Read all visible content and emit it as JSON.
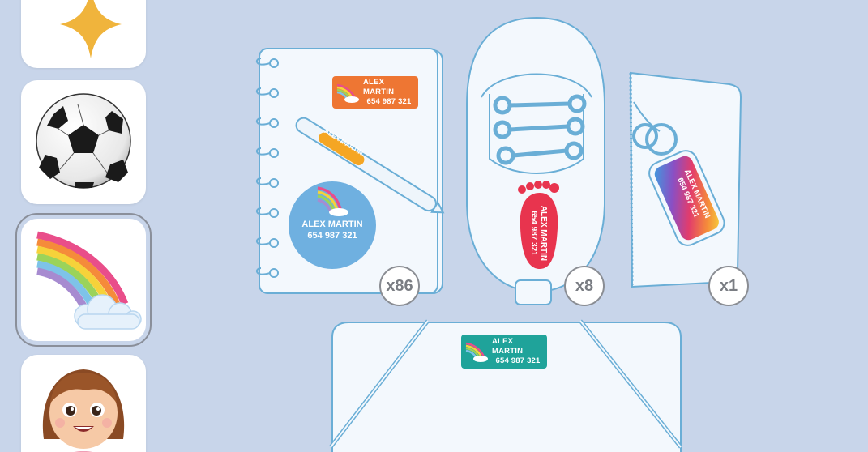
{
  "sidebar": {
    "items": [
      {
        "name": "star"
      },
      {
        "name": "soccer-ball"
      },
      {
        "name": "rainbow",
        "selected": true
      },
      {
        "name": "girl-avatar"
      }
    ]
  },
  "labels": {
    "name": "ALEX MARTIN",
    "phone": "654 987 321"
  },
  "products": {
    "notebook": {
      "count": "x86"
    },
    "shoe": {
      "count": "x8"
    },
    "keychain": {
      "count": "x1"
    }
  },
  "colors": {
    "background": "#c8d5ea",
    "outline": "#6aaed6",
    "orange_label": "#ee7633",
    "blue_circle": "#6fb0e0",
    "pen_label": "#f5a623",
    "red_foot": "#e8344e",
    "teal_label": "#1fa39a"
  }
}
